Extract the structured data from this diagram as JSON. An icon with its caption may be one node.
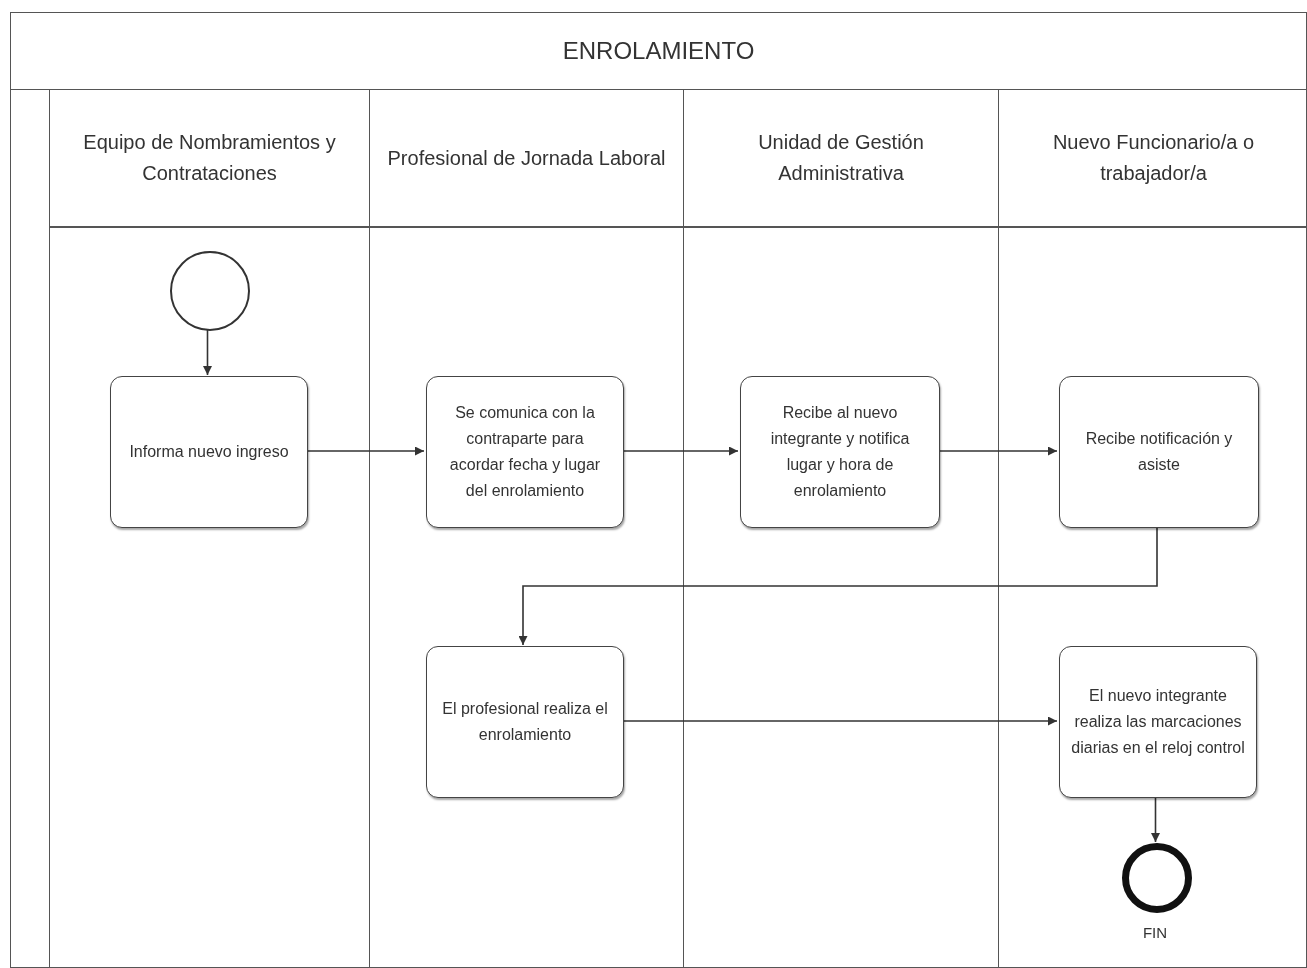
{
  "diagram": {
    "nodes": [
      {
        "text": [
          "ENROLAMIENTO"
        ]
      },
      {
        "text": [
          "Equipo de Nombramientos y Contrataciones"
        ],
        "in": 0
      },
      {
        "text": [
          "Profesional de Jornada Laboral"
        ],
        "in": 0
      },
      {
        "text": [
          "Unidad de Gestión Administrativa"
        ],
        "in": 0
      },
      {
        "text": [
          "Nuevo Funcionario/a o trabajador/a"
        ],
        "in": 0
      },
      {
        "text": [],
        "shape": "circle",
        "in": 1
      },
      {
        "text": [
          "Informa nuevo ingreso"
        ],
        "in": 1
      },
      {
        "text": [
          "Se comunica con la contraparte para acordar fecha y lugar del enrolamiento"
        ],
        "in": 2
      },
      {
        "text": [
          "Recibe al nuevo integrante y notifica lugar y hora de enrolamiento"
        ],
        "in": 3
      },
      {
        "text": [
          "Recibe notificación y asiste"
        ],
        "in": 4
      },
      {
        "text": [
          "El profesional realiza el enrolamiento"
        ],
        "in": 2
      },
      {
        "text": [
          "El nuevo integrante realiza las marcaciones diarias en el reloj control"
        ],
        "in": 4
      },
      {
        "text": [],
        "shape": "circle",
        "in": 4,
        "beside": [
          "FIN"
        ]
      }
    ],
    "edges": [
      {
        "from": 5,
        "to": 6,
        "arrow": "to"
      },
      {
        "from": 6,
        "to": 7,
        "arrow": "to"
      },
      {
        "from": 7,
        "to": 8,
        "arrow": "to"
      },
      {
        "from": 8,
        "to": 9,
        "arrow": "to"
      },
      {
        "from": 9,
        "to": 10,
        "arrow": "to"
      },
      {
        "from": 10,
        "to": 11,
        "arrow": "to"
      },
      {
        "from": 11,
        "to": 12,
        "arrow": "to"
      }
    ]
  }
}
